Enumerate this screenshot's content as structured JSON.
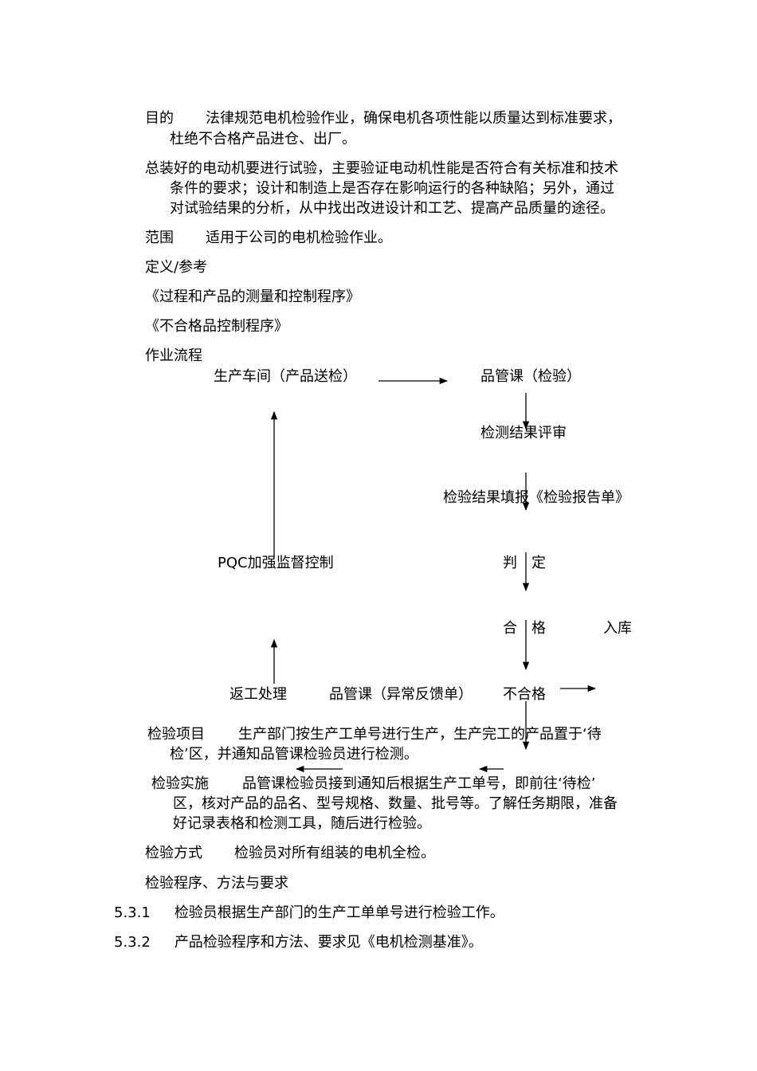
{
  "purpose": {
    "label": "目的",
    "line1": "法律规范电机检验作业，确保电机各项性能以质量达到标准要求，",
    "line2": "杜绝不合格产品进仓、出厂。"
  },
  "intro": {
    "line1": "总装好的电动机要进行试验，主要验证电动机性能是否符合有关标准和技术",
    "line2": "条件的要求；设计和制造上是否存在影响运行的各种缺陷；另外，通过",
    "line3": "对试验结果的分析，从中找出改进设计和工艺、提高产品质量的途径。"
  },
  "scope": {
    "label": "范围",
    "text": "适用于公司的电机检验作业。"
  },
  "definitions": {
    "label": "定义/参考",
    "ref1": "《过程和产品的测量和控制程序》",
    "ref2": "《不合格品控制程序》"
  },
  "flow": {
    "label": "作业流程",
    "production": "生产车间（产品送检）",
    "qc_inspect": "品管课（检验）",
    "review": "检测结果评审",
    "report": "检验结果填报《检验报告单》",
    "judge": "判　定",
    "pass": "合　格",
    "store": "入库",
    "fail": "不合格",
    "qc_feedback": "品管课（异常反馈单）",
    "rework": "返工处理",
    "pqc": "PQC加强监督控制"
  },
  "inspection_items": {
    "label": "检验项目",
    "line1": "生产部门按生产工单号进行生产，生产完工的产品置于‘待",
    "line2": "检’区，并通知品管课检验员进行检测。"
  },
  "inspection_exec": {
    "label": "检验实施",
    "line1": "品管课检验员接到通知后根据生产工单号，即前往‘待检’",
    "line2": "区，核对产品的品名、型号规格、数量、批号等。了解任务期限，准备",
    "line3": "好记录表格和检测工具，随后进行检验。"
  },
  "inspection_method": {
    "label": "检验方式",
    "text": "检验员对所有组装的电机全检。"
  },
  "procedure": {
    "label": "检验程序、方法与要求",
    "items": [
      {
        "num": "5.3.1",
        "text": "检验员根据生产部门的生产工单单号进行检验工作。"
      },
      {
        "num": "5.3.2",
        "text": "产品检验程序和方法、要求见《电机检测基准》。"
      }
    ]
  }
}
